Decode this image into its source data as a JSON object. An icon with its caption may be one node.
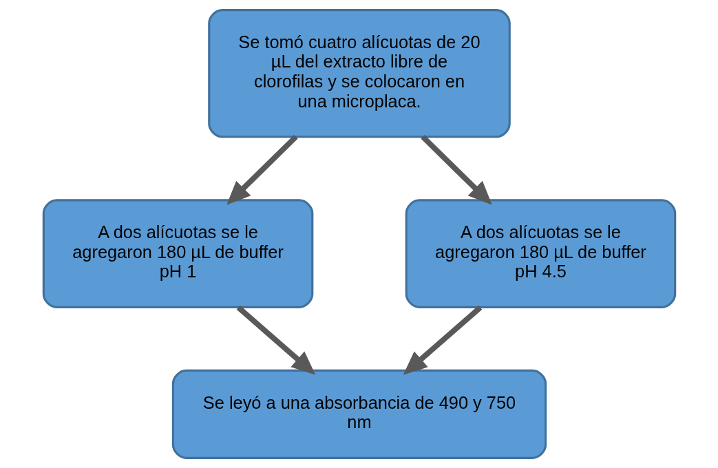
{
  "diagram": {
    "nodes": [
      {
        "text": [
          "Se tomó cuatro alícuotas de 20 µL del extracto libre de clorofilas y se colocaron en una microplaca."
        ]
      },
      {
        "text": [
          "A dos alícuotas se le agregaron 180 µL de buffer pH 1"
        ]
      },
      {
        "text": [
          "A dos alícuotas se le agregaron 180 µL de buffer pH 4.5"
        ]
      },
      {
        "text": [
          "Se leyó a una absorbancia de 490 y 750 nm"
        ]
      }
    ],
    "edges": [
      {
        "from": 0,
        "to": 1,
        "arrow": "to"
      },
      {
        "from": 0,
        "to": 2,
        "arrow": "to"
      },
      {
        "from": 1,
        "to": 3,
        "arrow": "to"
      },
      {
        "from": 2,
        "to": 3,
        "arrow": "to"
      }
    ]
  }
}
